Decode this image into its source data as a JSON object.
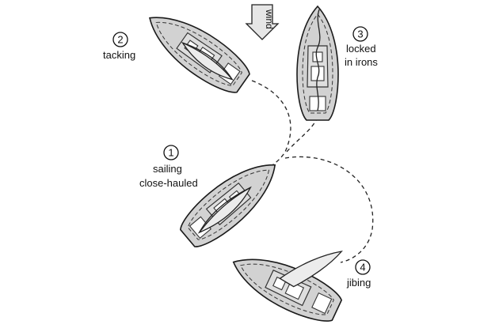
{
  "diagram": {
    "wind_label": "wind",
    "boats": [
      {
        "number": "1",
        "label_lines": [
          "sailing",
          "close-hauled"
        ]
      },
      {
        "number": "2",
        "label_lines": [
          "tacking"
        ]
      },
      {
        "number": "3",
        "label_lines": [
          "locked",
          "in irons"
        ]
      },
      {
        "number": "4",
        "label_lines": [
          "jibing"
        ]
      }
    ]
  }
}
